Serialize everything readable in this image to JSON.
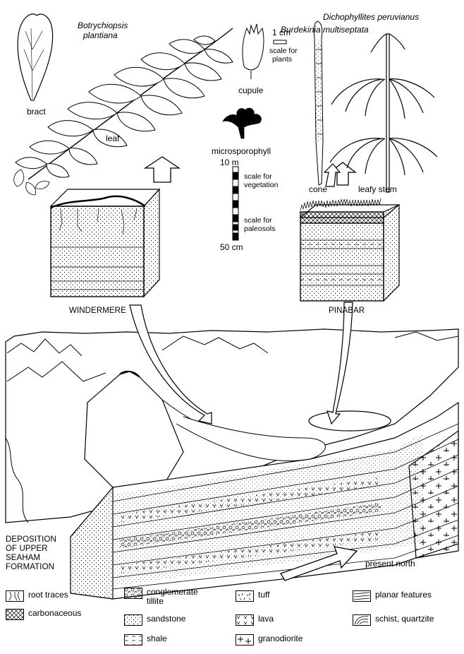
{
  "plants": {
    "botrychiopsis_line1": "Botrychiopsis",
    "botrychiopsis_line2": "plantiana",
    "dichophyllites": "Dichophyllites peruvianus",
    "burdekinia": "Burdekinia multiseptata",
    "bract": "bract",
    "leaf": "leaf",
    "cupule": "cupule",
    "microsporophyll": "microsporophyll",
    "cone": "cone",
    "leafy_stem": "leafy stem"
  },
  "scales": {
    "plant_scale_value": "1 cm",
    "plant_scale_label_1": "scale for",
    "plant_scale_label_2": "plants",
    "veg_value": "10 m",
    "veg_label_1": "scale for",
    "veg_label_2": "vegetation",
    "paleo_label_1": "scale for",
    "paleo_label_2": "paleosols",
    "paleo_value": "50 cm"
  },
  "sites": {
    "windermere": "WINDERMERE",
    "pinabar": "PINABAR"
  },
  "block": {
    "title_1": "DEPOSITION",
    "title_2": "OF UPPER",
    "title_3": "SEAHAM",
    "title_4": "FORMATION",
    "north": "present north"
  },
  "legend": [
    {
      "icon": "root-traces",
      "lines": [
        "root traces"
      ]
    },
    {
      "icon": "carbonaceous",
      "lines": [
        "carbonaceous"
      ]
    },
    {
      "icon": "conglomerate-tillite",
      "lines": [
        "conglomerate",
        "tillite"
      ]
    },
    {
      "icon": "sandstone",
      "lines": [
        "sandstone"
      ]
    },
    {
      "icon": "shale",
      "lines": [
        "shale"
      ]
    },
    {
      "icon": "tuff",
      "lines": [
        "tuff"
      ]
    },
    {
      "icon": "lava",
      "lines": [
        "lava"
      ]
    },
    {
      "icon": "granodiorite",
      "lines": [
        "granodiorite"
      ]
    },
    {
      "icon": "planar-features",
      "lines": [
        "planar features"
      ]
    },
    {
      "icon": "schist-quartzite",
      "lines": [
        "schist, quartzite"
      ]
    }
  ]
}
